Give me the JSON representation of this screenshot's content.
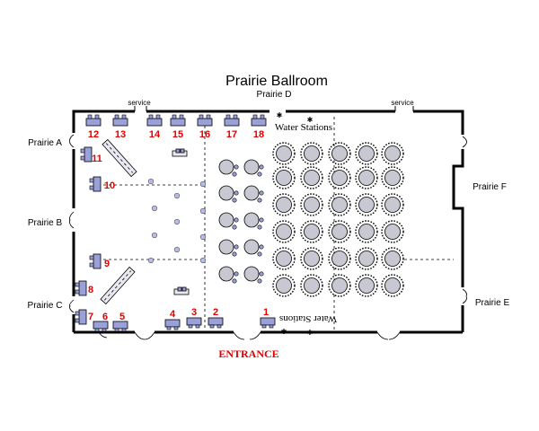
{
  "title": "Prairie Ballroom",
  "rooms": {
    "prairie_a": "Prairie A",
    "prairie_b": "Prairie B",
    "prairie_c": "Prairie C",
    "prairie_d": "Prairie D",
    "prairie_e": "Prairie E",
    "prairie_f": "Prairie F"
  },
  "service_labels": [
    "service",
    "service"
  ],
  "water_stations_top": "Water Stations",
  "water_stations_bottom": "Water Stations",
  "entrance": "ENTRANCE",
  "booth_numbers": [
    "1",
    "2",
    "3",
    "4",
    "5",
    "6",
    "7",
    "8",
    "9",
    "10",
    "11",
    "12",
    "13",
    "14",
    "15",
    "16",
    "17",
    "18"
  ],
  "colors": {
    "booth_fill": "#9aa0d8",
    "number_red": "#e00000",
    "round_table": "#c8c8d2"
  }
}
